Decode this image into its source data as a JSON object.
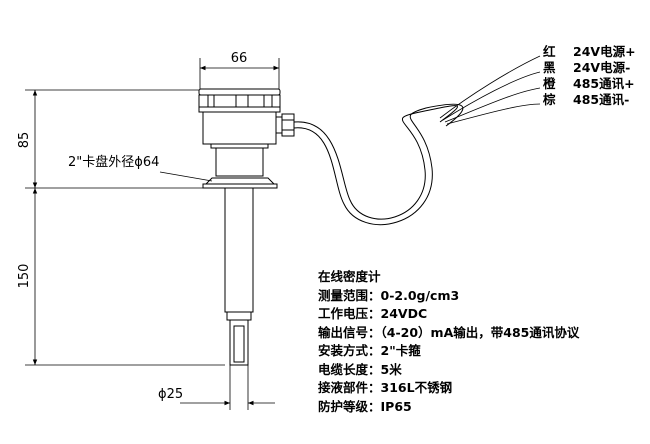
{
  "dimensions": {
    "top_width": "66",
    "head_height": "85",
    "stem_height": "150",
    "tip_diameter": "ϕ25",
    "clamp_label": "2\"卡盘外径ϕ64"
  },
  "wires": [
    {
      "color": "红",
      "signal": "24V电源+"
    },
    {
      "color": "黑",
      "signal": "24V电源-"
    },
    {
      "color": "橙",
      "signal": "485通讯+"
    },
    {
      "color": "棕",
      "signal": "485通讯-"
    }
  ],
  "specs": {
    "title": "在线密度计",
    "rows": [
      {
        "label": "测量范围：",
        "value": "0-2.0g/cm3"
      },
      {
        "label": "工作电压：",
        "value": "24VDC"
      },
      {
        "label": "输出信号：",
        "value": "（4-20）mA输出，带485通讯协议"
      },
      {
        "label": "安装方式：",
        "value": "2\"卡箍"
      },
      {
        "label": "电缆长度：",
        "value": "5米"
      },
      {
        "label": "接液部件：",
        "value": "316L不锈钢"
      },
      {
        "label": "防护等级：",
        "value": "IP65"
      }
    ]
  }
}
